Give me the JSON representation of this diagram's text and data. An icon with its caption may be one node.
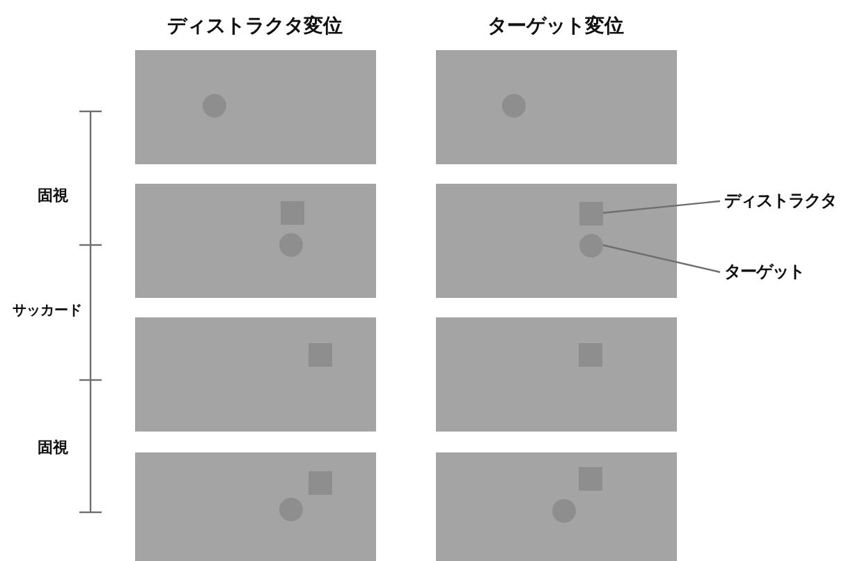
{
  "diagram": {
    "nodes": [
      {
        "text": [
          "ディストラクタ"
        ]
      },
      {
        "text": [],
        "shape": "box"
      },
      {
        "text": [
          "ターゲット"
        ]
      },
      {
        "text": [],
        "shape": "circle"
      }
    ],
    "edges": [
      {
        "from": 0,
        "to": 1,
        "arrow": "none"
      },
      {
        "from": 2,
        "to": 3,
        "arrow": "none"
      }
    ],
    "labels": [
      "ディストラクタ変位",
      "ターゲット変位",
      "固視",
      "サッカード",
      "固視"
    ]
  }
}
